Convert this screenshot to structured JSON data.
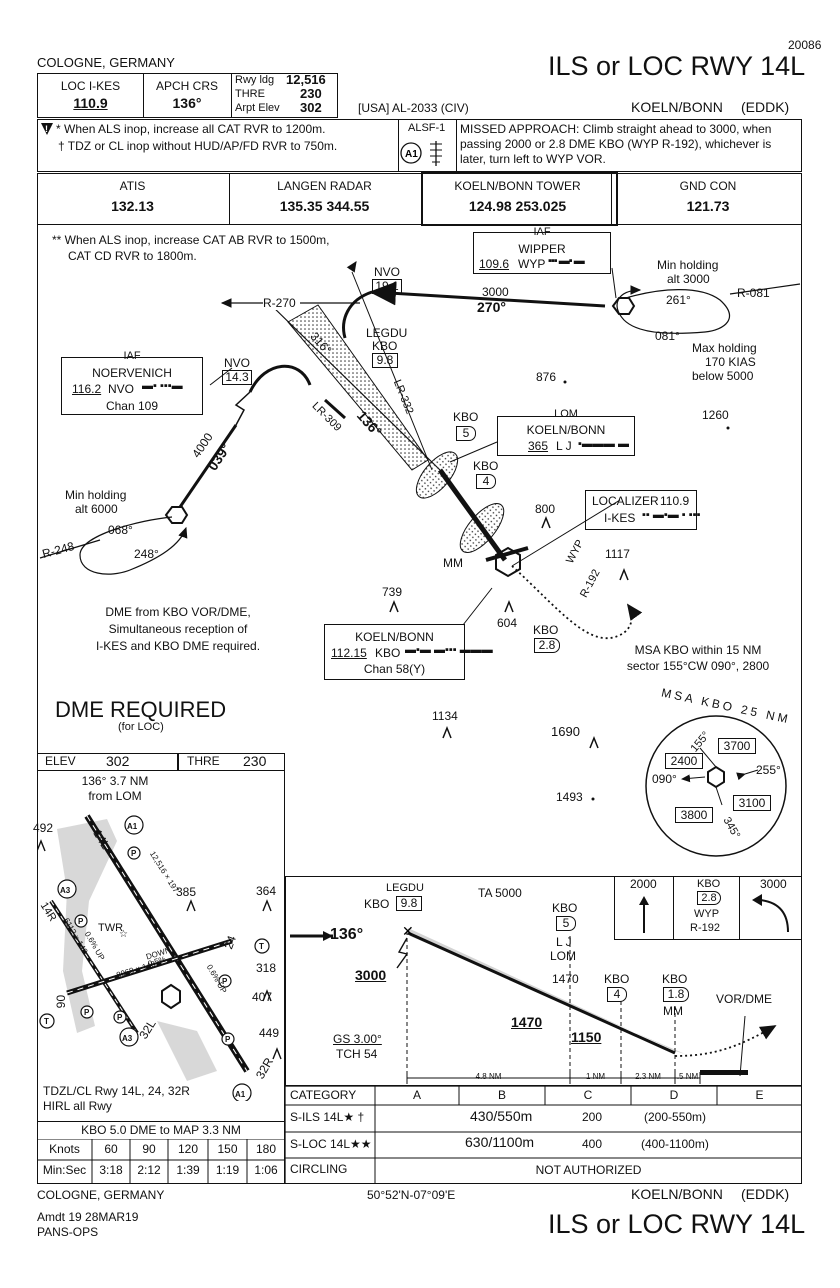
{
  "header": {
    "page_code": "20086",
    "city": "COLOGNE, GERMANY",
    "title": "ILS or LOC RWY 14L",
    "loc_label": "LOC I-KES",
    "loc_freq": "110.9",
    "apch_crs_label": "APCH CRS",
    "apch_crs": "136°",
    "rwy_ldg_label": "Rwy ldg",
    "rwy_ldg": "12,516",
    "thre_label": "THRE",
    "thre": "230",
    "arpt_elev_label": "Arpt Elev",
    "arpt_elev": "302",
    "usa_code": "[USA] AL-2033 (CIV)",
    "airport": "KOELN/BONN",
    "icao": "(EDDK)"
  },
  "notes": {
    "line1": "When ALS inop, increase all CAT RVR to 1200m.",
    "line2": "TDZ or CL inop without HUD/AP/FD RVR to 750m.",
    "alsf": "ALSF-1",
    "alsf_badge": "A1",
    "missed_approach": "MISSED APPROACH: Climb straight ahead to 3000, when passing 2000 or 2.8 DME KBO (WYP R-192), whichever is later, turn left to WYP VOR."
  },
  "comms": [
    {
      "label": "ATIS",
      "freq": "132.13"
    },
    {
      "label": "LANGEN RADAR",
      "freq": "135.35  344.55"
    },
    {
      "label": "KOELN/BONN TOWER",
      "freq": "124.98  253.025"
    },
    {
      "label": "GND CON",
      "freq": "121.73"
    }
  ],
  "planview": {
    "note_ab": "** When ALS inop, increase CAT AB RVR to 1500m,",
    "note_cd": "CAT CD RVR to 1800m.",
    "dme_note1": "DME from KBO VOR/DME,",
    "dme_note2": "Simultaneous reception of",
    "dme_note3": "I-KES and KBO DME required.",
    "dme_required": "DME REQUIRED",
    "for_loc": "(for LOC)",
    "msa_note1": "MSA KBO within 15 NM",
    "msa_note2": "sector 155°CW 090°, 2800",
    "wipper_iaf": "IAF",
    "wipper_name": "WIPPER",
    "wipper_freq": "109.6",
    "wipper_id": "WYP",
    "noerv_iaf": "IAF",
    "noerv_name": "NOERVENICH",
    "noerv_freq": "116.2",
    "noerv_id": "NVO",
    "noerv_chan": "Chan 109",
    "lom_label": "LOM",
    "lom_name": "KOELN/BONN",
    "lom_freq": "365",
    "lom_id": "L J",
    "loc_label": "LOCALIZER",
    "loc_freq": "110.9",
    "loc_id": "I-KES",
    "kbo_name": "KOELN/BONN",
    "kbo_freq": "112.15",
    "kbo_id": "KBO",
    "kbo_chan": "Chan 58(Y)",
    "hold_min_wipper": "Min holding",
    "hold_min_wipper_alt": "alt 3000",
    "hold_max1": "Max holding",
    "hold_max2": "170 KIAS",
    "hold_max3": "below 5000",
    "hold_min_nvo": "Min holding",
    "hold_min_nvo_alt": "alt 6000",
    "r081": "R-081",
    "crs261": "261°",
    "crs081": "081°",
    "r270": "R-270",
    "alt3000": "3000",
    "crs270": "270°",
    "nvo": "NVO",
    "nvo_d1": "19.1",
    "nvo_d2": "14.3",
    "legdu": "LEGDU",
    "kbo": "KBO",
    "d98": "9.8",
    "d5": "5",
    "d4": "4",
    "d28": "2.8",
    "lr332": "LR-332",
    "lr309": "LR-309",
    "crs136": "136°",
    "crs316": "316°",
    "alt4000": "4000",
    "crs039": "039°",
    "crs068": "068°",
    "crs248": "248°",
    "r248": "R-248",
    "wyp": "WYP",
    "r192": "R-192",
    "mm": "MM",
    "e876": "876",
    "e1260": "1260",
    "e800": "800",
    "e1117": "1117",
    "e739": "739",
    "e604": "604",
    "e1134": "1134",
    "e1690": "1690",
    "e1493": "1493",
    "msa_title": "MSA KBO 25 NM",
    "msa_3700": "3700",
    "msa_2400": "2400",
    "msa_3100": "3100",
    "msa_3800": "3800",
    "msa_155": "155°",
    "msa_255": "255°",
    "msa_090": "090°",
    "msa_345": "345°"
  },
  "airport": {
    "elev_label": "ELEV",
    "elev": "302",
    "thre_label": "THRE",
    "thre": "230",
    "from_lom1": "136° 3.7 NM",
    "from_lom2": "from LOM",
    "e492": "492",
    "e385": "385",
    "e364": "364",
    "e318": "318",
    "e407": "407",
    "e449": "449",
    "twr": "TWR",
    "rwy14l": "14L",
    "rwy32r": "32R",
    "rwy14r": "14R",
    "rwy32l": "32L",
    "rwy24": "24",
    "rwy06": "06",
    "dim1": "12,516 × 197",
    "dim2": "8068 × 148",
    "dim3": "6112 × 148",
    "down": "DOWN",
    "grad1": "0.5%",
    "grad2": "0.6% UP",
    "grad3": "0.6% UP",
    "lighting1": "TDZL/CL Rwy 14L, 24, 32R",
    "lighting2": "HIRL all Rwy"
  },
  "profile": {
    "legdu": "LEGDU",
    "kbo": "KBO",
    "d98": "9.8",
    "ta": "TA 5000",
    "kbo5": "KBO",
    "d5": "5",
    "lj": "L J",
    "lom": "LOM",
    "lom_alt": "1470",
    "kbo4": "KBO",
    "d4": "4",
    "kbo18": "KBO",
    "d18": "1.8",
    "mm": "MM",
    "vor_dme": "VOR/DME",
    "crs": "136°",
    "alt3000": "3000",
    "alt1470": "1470",
    "alt1150": "1150",
    "gs": "GS 3.00°",
    "tch": "TCH 54",
    "seg1": "4.8 NM",
    "seg2": "1 NM",
    "seg3": "2.3 NM",
    "seg4": ".5 NM",
    "ma_alt1": "2000",
    "ma_kbo": "KBO",
    "ma_d": "2.8",
    "ma_wyp": "WYP",
    "ma_r": "R-192",
    "ma_alt2": "3000"
  },
  "minimums": {
    "headers": [
      "CATEGORY",
      "A",
      "B",
      "C",
      "D",
      "E"
    ],
    "rows": [
      {
        "label": "S-ILS 14L★ †",
        "value": "430/550m",
        "ht": "200",
        "extra": "(200-550m)"
      },
      {
        "label": "S-LOC 14L★★",
        "value": "630/1100m",
        "ht": "400",
        "extra": "(400-1100m)"
      },
      {
        "label": "CIRCLING",
        "value": "NOT AUTHORIZED",
        "ht": "",
        "extra": ""
      }
    ]
  },
  "timing": {
    "title": "KBO 5.0 DME to MAP 3.3 NM",
    "knots_label": "Knots",
    "knots": [
      "60",
      "90",
      "120",
      "150",
      "180"
    ],
    "min_label": "Min:Sec",
    "times": [
      "3:18",
      "2:12",
      "1:39",
      "1:19",
      "1:06"
    ]
  },
  "footer": {
    "city": "COLOGNE, GERMANY",
    "coords": "50°52'N-07°09'E",
    "airport": "KOELN/BONN",
    "icao": "(EDDK)",
    "amdt": "Amdt 19  28MAR19",
    "pans": "PANS-OPS",
    "title": "ILS or LOC RWY 14L"
  }
}
